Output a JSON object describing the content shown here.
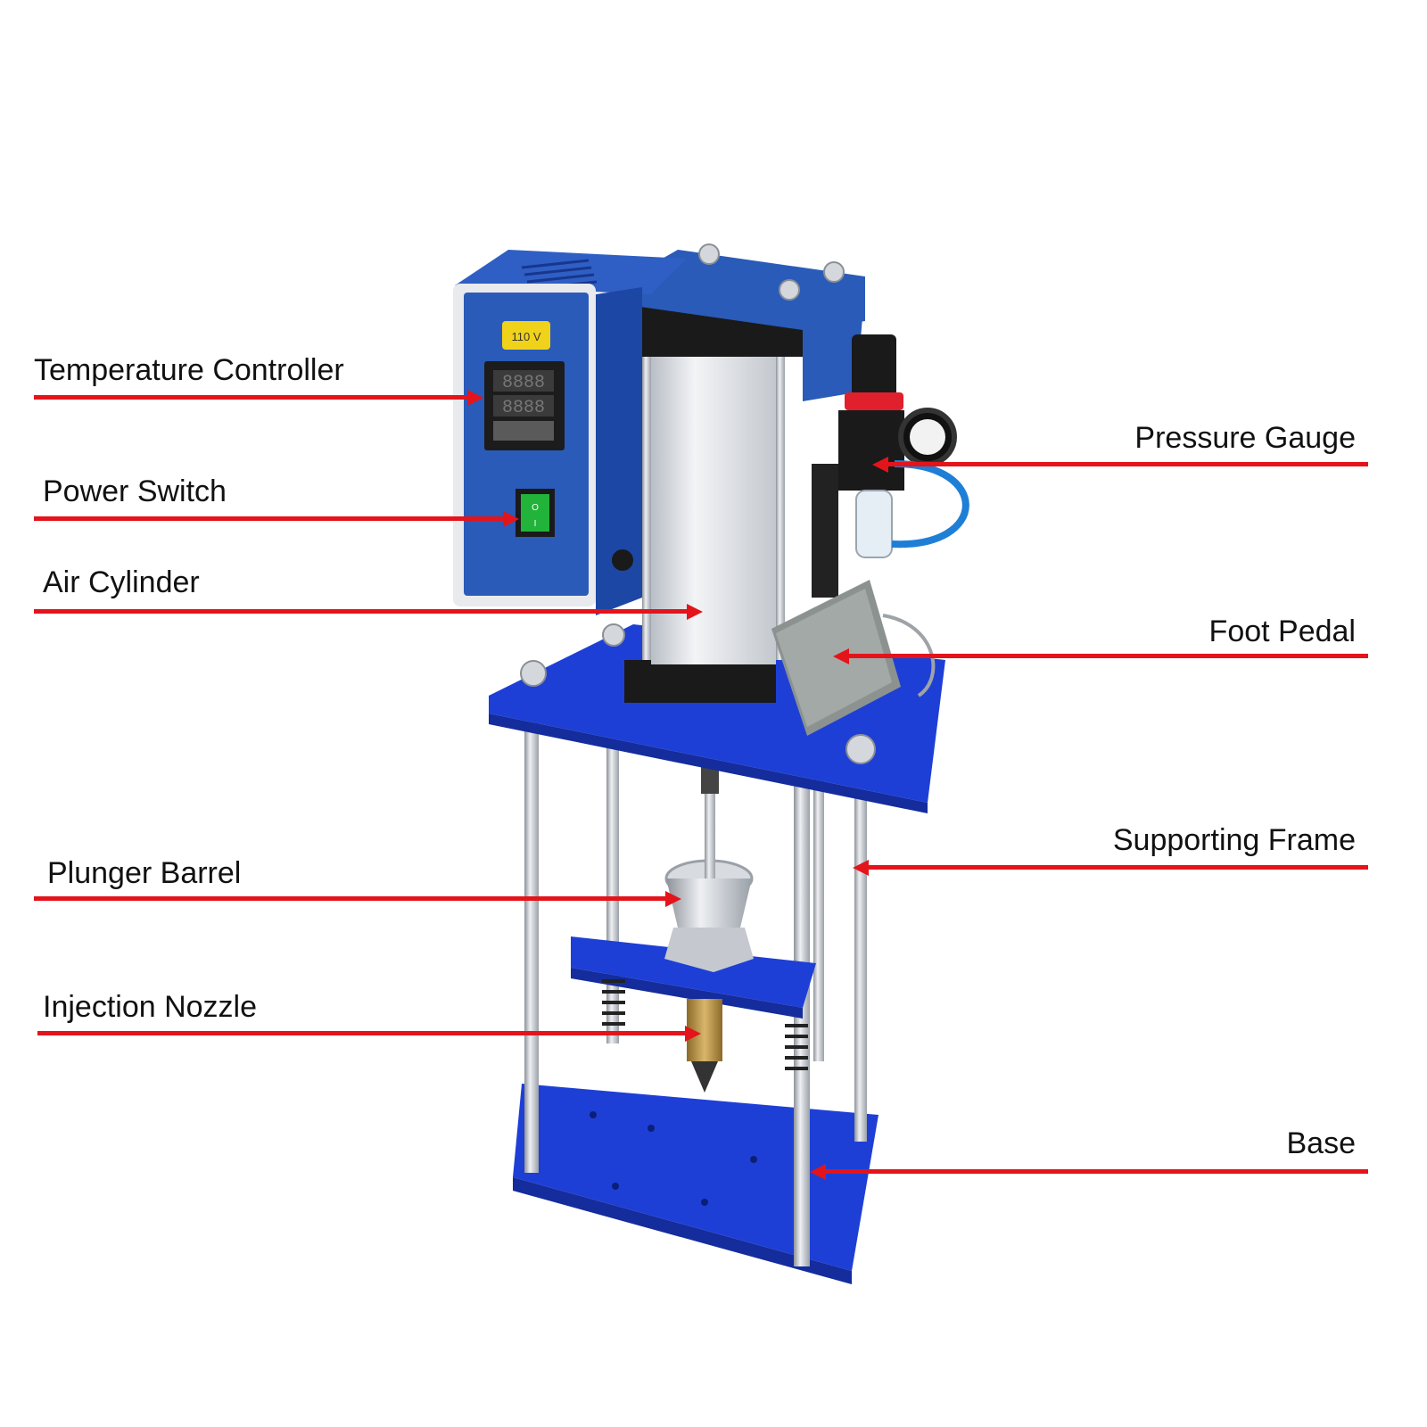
{
  "figure": {
    "type": "labeled-product-diagram",
    "subject": "Pneumatic benchtop plastic injection machine"
  },
  "device": {
    "voltage_label": "110 V",
    "display_top": "8888",
    "display_bottom": "8888"
  },
  "labels": {
    "left": [
      {
        "id": "temperature-controller",
        "text": "Temperature Controller"
      },
      {
        "id": "power-switch",
        "text": "Power Switch"
      },
      {
        "id": "air-cylinder",
        "text": "Air Cylinder"
      },
      {
        "id": "plunger-barrel",
        "text": "Plunger Barrel"
      },
      {
        "id": "injection-nozzle",
        "text": "Injection Nozzle"
      }
    ],
    "right": [
      {
        "id": "pressure-gauge",
        "text": "Pressure Gauge"
      },
      {
        "id": "foot-pedal",
        "text": "Foot Pedal"
      },
      {
        "id": "supporting-frame",
        "text": "Supporting Frame"
      },
      {
        "id": "base",
        "text": "Base"
      }
    ]
  },
  "colors": {
    "leader_red": "#e4141b",
    "machine_blue": "#1f3fbf",
    "panel_blue": "#2a5bb8",
    "steel": "#c8ccd2",
    "background": "#ffffff"
  }
}
